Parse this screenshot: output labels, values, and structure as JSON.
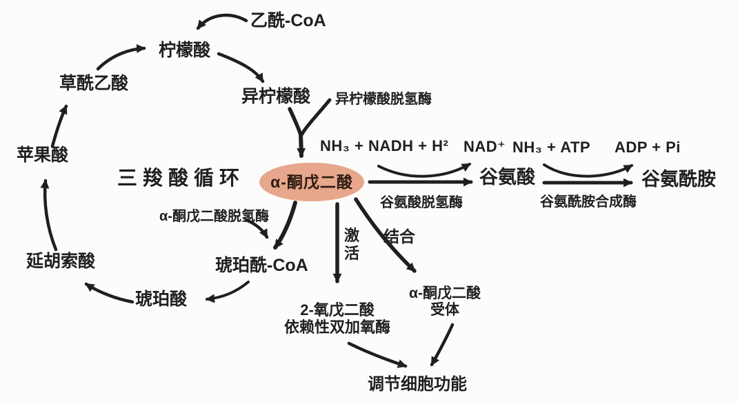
{
  "colors": {
    "ink": "#1f1f1f",
    "ellipse_fill": "#e7a78c",
    "ellipse_text": "#2e1a10",
    "background": "#fcfcfb"
  },
  "title": {
    "text": "三羧酸循环"
  },
  "cycle": {
    "acetyl_coa": "乙酰-CoA",
    "citrate": "柠檬酸",
    "isocitrate": "异柠檬酸",
    "alpha_ketoglutarate": "α-酮戊二酸",
    "succinyl_coa": "琥珀酰-CoA",
    "succinate": "琥珀酸",
    "fumarate": "延胡索酸",
    "malate": "苹果酸",
    "oxaloacetate": "草酰乙酸"
  },
  "enzymes": {
    "isocitrate_dehydrogenase": "异柠檬酸脱氢酶",
    "akg_dehydrogenase": "α-酮戊二酸脱氢酶",
    "glutamate_dehydrogenase": "谷氨酸脱氢酶",
    "glutamine_synthetase": "谷氨酰胺合成酶"
  },
  "reactions": {
    "nh3_nadh": "NH₃ + NADH + H²",
    "nad": "NAD⁺",
    "glutamate": "谷氨酸",
    "nh3_atp": "NH₃ + ATP",
    "adp_pi": "ADP + Pi",
    "glutamine": "谷氨酰胺"
  },
  "downstream": {
    "activate": "激活",
    "bind": "结合",
    "dioxygenase_line1": "2-氧戊二酸",
    "dioxygenase_line2": "依赖性双加氧酶",
    "receptor_line1": "α-酮戊二酸",
    "receptor_line2": "受体",
    "cell_function": "调节细胞功能"
  }
}
